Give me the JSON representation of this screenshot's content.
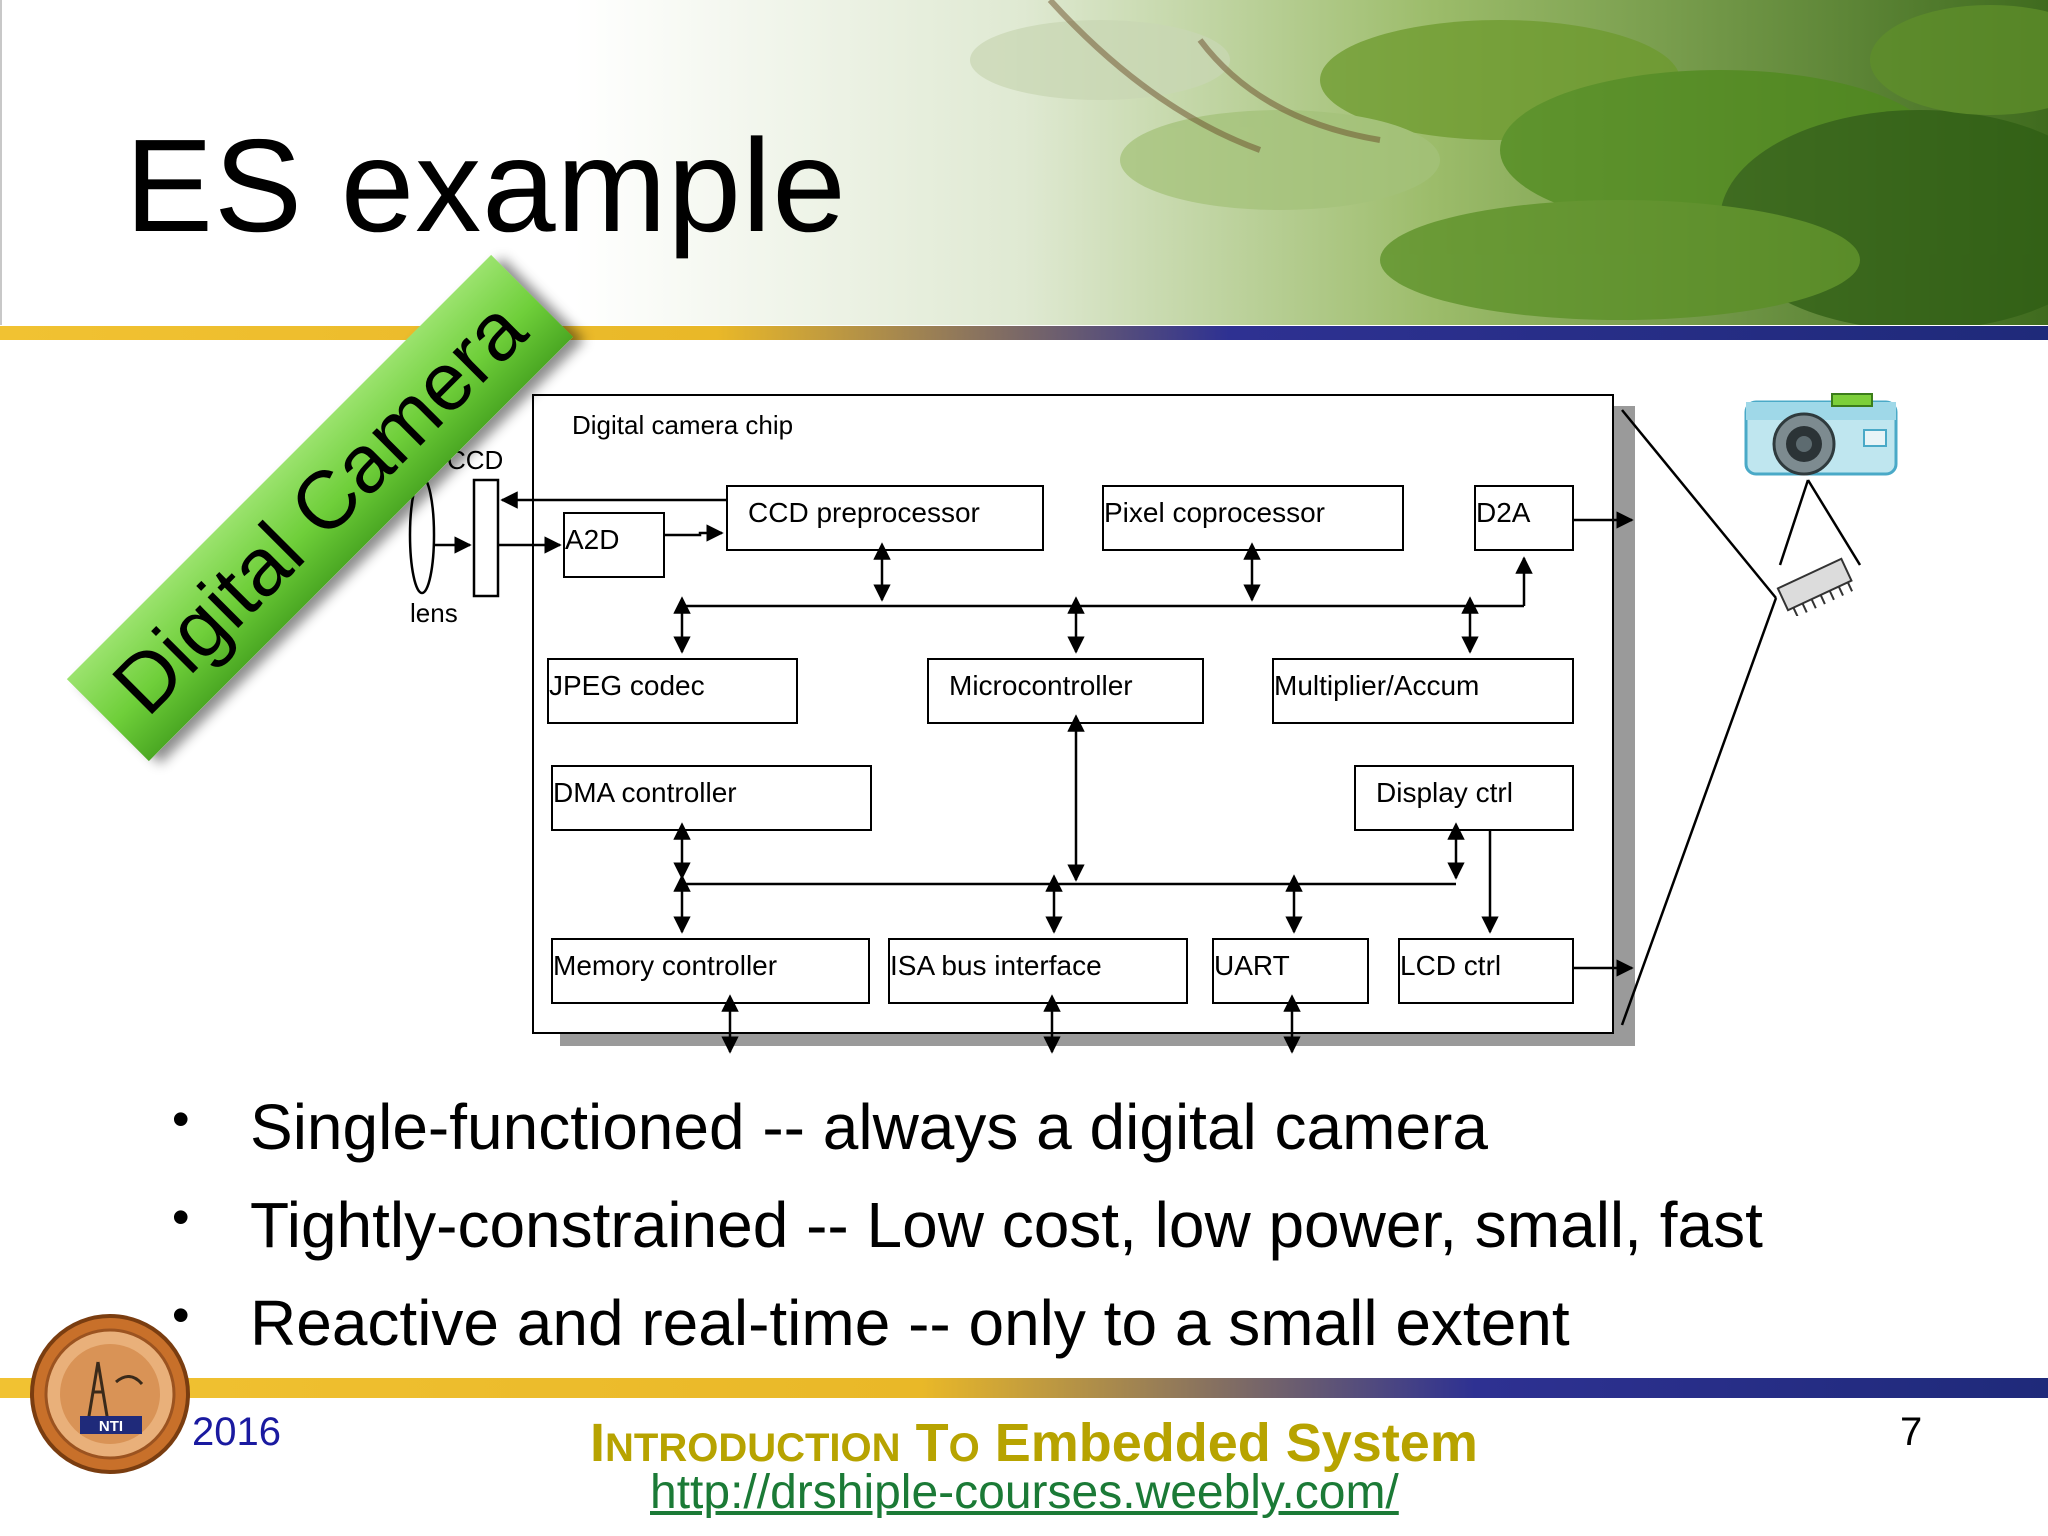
{
  "slide": {
    "title": "ES example",
    "banner_text": "Digital Camera"
  },
  "diagram": {
    "chip_label": "Digital camera chip",
    "ccd_label": "CCD",
    "lens_label": "lens",
    "blocks": {
      "a2d": "A2D",
      "ccd_preprocessor": "CCD preprocessor",
      "pixel_coprocessor": "Pixel coprocessor",
      "d2a": "D2A",
      "jpeg_codec": "JPEG codec",
      "microcontroller": "Microcontroller",
      "multiplier_accum": "Multiplier/Accum",
      "dma_controller": "DMA controller",
      "display_ctrl": "Display ctrl",
      "memory_controller": "Memory controller",
      "isa_bus_interface": "ISA bus interface",
      "uart": "UART",
      "lcd_ctrl": "LCD ctrl"
    },
    "icons": [
      "camera-icon",
      "memory-chip-icon"
    ]
  },
  "bullets": [
    "Single-functioned -- always a digital camera",
    "Tightly-constrained -- Low cost, low power, small, fast",
    "Reactive and real-time -- only to a small extent"
  ],
  "footer": {
    "year": "2016",
    "course_word1_initial": "I",
    "course_word1_rest": "NTRODUCTION",
    "course_word2_initial": "T",
    "course_word2_rest": "O",
    "course_rest": "Embedded System",
    "url": "http://drshiple-courses.weebly.com/",
    "page_number": "7",
    "logo_text": "NTI"
  },
  "colors": {
    "banner_green": "#6fcf3a",
    "gold_rule": "#f1c232",
    "navy_rule": "#2e3192",
    "footer_course": "#b7a300",
    "footer_url": "#1b7a36",
    "footer_year": "#1a1aa0"
  }
}
